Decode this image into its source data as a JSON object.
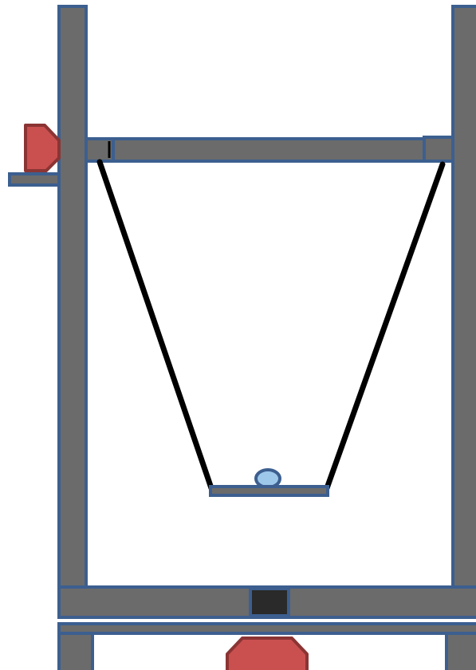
{
  "diagram": {
    "colors": {
      "background": "#ffffff",
      "beam_fill": "#6b6b6b",
      "beam_stroke": "#3c5f8f",
      "string": "#000000",
      "clamp_fill": "#c9504f",
      "clamp_stroke": "#8b3434",
      "ball_fill": "#9ec8ea",
      "ball_stroke": "#3c5f8f",
      "block_fill": "#2a2a2a"
    },
    "parts": {
      "pendulum_strings": 2,
      "clamps": 2,
      "balls": 1
    }
  }
}
